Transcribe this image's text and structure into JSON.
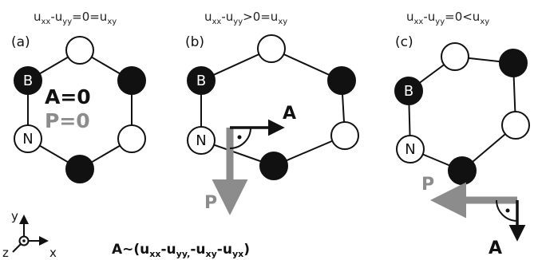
{
  "panels": [
    {
      "label": "(a)",
      "condition": {
        "p1": "u",
        "s1": "xx",
        "p2": "-u",
        "s2": "yy",
        "p3": "=0=u",
        "s3": "xy"
      },
      "annotation_A": "A=0",
      "annotation_P": "P=0"
    },
    {
      "label": "(b)",
      "condition": {
        "p1": "u",
        "s1": "xx",
        "p2": "-u",
        "s2": "yy",
        "p3": ">0=u",
        "s3": "xy"
      },
      "arrow_A_label": "A",
      "arrow_P_label": "P"
    },
    {
      "label": "(c)",
      "condition": {
        "p1": "u",
        "s1": "xx",
        "p2": "-u",
        "s2": "yy",
        "p3": "=0<u",
        "s3": "xy"
      },
      "arrow_A_label": "A",
      "arrow_P_label": "P"
    }
  ],
  "atoms": {
    "boron": "B",
    "nitrogen": "N"
  },
  "axes": {
    "y": "y",
    "x": "x",
    "z": "z"
  },
  "formula": {
    "lhs": "A~(u",
    "s1": "xx",
    "t2": "-u",
    "s2": "yy,",
    "t3": "-u",
    "s3": "xy",
    "t4": "-u",
    "s4": "yx",
    "end": ")"
  },
  "colors": {
    "filled": "#111111",
    "empty": "#ffffff",
    "arrowA": "#111111",
    "arrowP": "#8c8c8c"
  }
}
